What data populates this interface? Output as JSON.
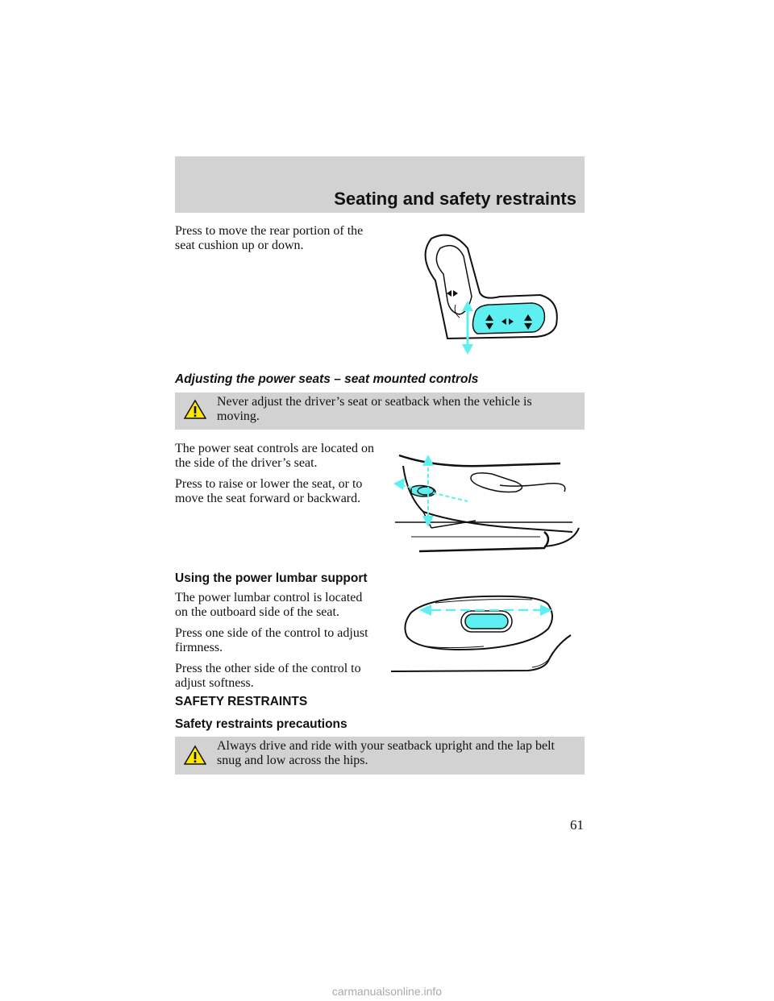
{
  "header": {
    "title": "Seating and safety restraints"
  },
  "section_rear_cushion": {
    "text": "Press to move the rear portion of the seat cushion up or down."
  },
  "section_power_seats": {
    "heading": "Adjusting the power seats – seat mounted controls",
    "warning": "Never adjust the driver’s seat or seatback when the vehicle is moving.",
    "paragraphs": [
      "The power seat controls are located on the side of the driver’s seat.",
      "Press to raise or lower the seat, or to move the seat forward or backward."
    ]
  },
  "section_lumbar": {
    "heading": "Using the power lumbar support",
    "paragraphs": [
      "The power lumbar control is located on the outboard side of the seat.",
      "Press one side of the control to adjust firmness.",
      "Press the other side of the control to adjust softness."
    ]
  },
  "section_safety": {
    "heading": "SAFETY RESTRAINTS",
    "subheading": "Safety restraints precautions",
    "warning": "Always drive and ride with your seatback upright and the lap belt snug and low across the hips."
  },
  "page_number": "61",
  "footer": "carmanualsonline.info",
  "colors": {
    "arrow": "#5ef0f0",
    "band": "#d2d2d2"
  }
}
